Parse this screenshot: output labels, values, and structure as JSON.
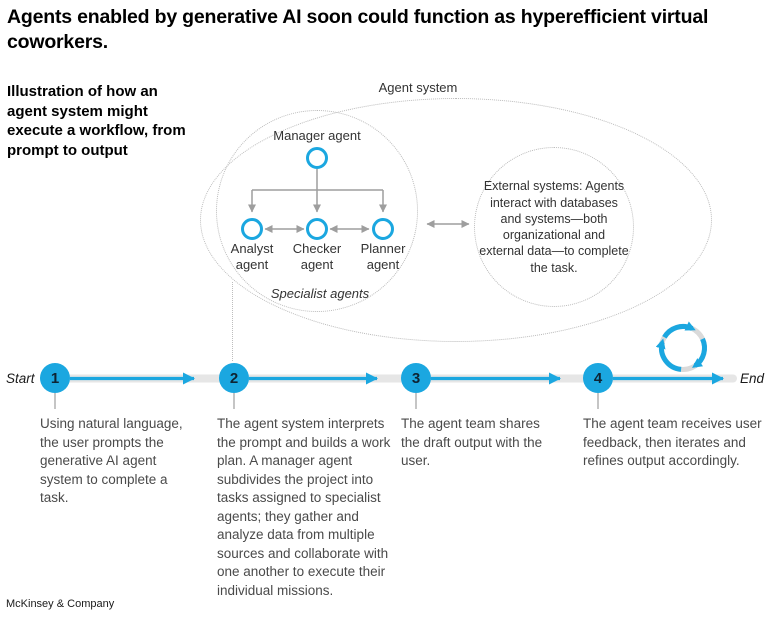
{
  "title": "Agents enabled by generative AI soon could function as hyperefficient virtual coworkers.",
  "intro": "Illustration of how an agent system might execute a workflow, from prompt to output",
  "diagram": {
    "system_label": "Agent system",
    "manager_label": "Manager agent",
    "specialists": [
      "Analyst agent",
      "Checker agent",
      "Planner agent"
    ],
    "specialists_caption": "Specialist agents",
    "external_text": "External systems: Agents interact with databases and systems—both organizational and external data—to complete the task."
  },
  "timeline": {
    "start_label": "Start",
    "end_label": "End",
    "steps": [
      {
        "number": "1",
        "text": "Using natural language, the user prompts the generative AI agent system to complete a task."
      },
      {
        "number": "2",
        "text": "The agent system interprets the prompt and builds a work plan. A manager agent subdivides the project into tasks assigned to specialist agents; they gather and analyze data from multiple sources and collaborate with one another to execute their individual missions."
      },
      {
        "number": "3",
        "text": "The agent team shares the draft output with the user."
      },
      {
        "number": "4",
        "text": "The agent team receives user feedback, then iterates and refines output accordingly."
      }
    ]
  },
  "icons": {
    "iterate_loop": "iterate-loop-icon",
    "flow_arrows": "flow-arrow-icon"
  },
  "colors": {
    "accent_blue": "#1BA7E0",
    "number_text": "#0E2433",
    "arrow_gray": "#9E9E9E",
    "band_gray": "#E6E6E6",
    "dotted_gray": "#B9B9B9",
    "ring_gray": "#DADADA"
  },
  "footer": {
    "text": "McKinsey & Company"
  }
}
